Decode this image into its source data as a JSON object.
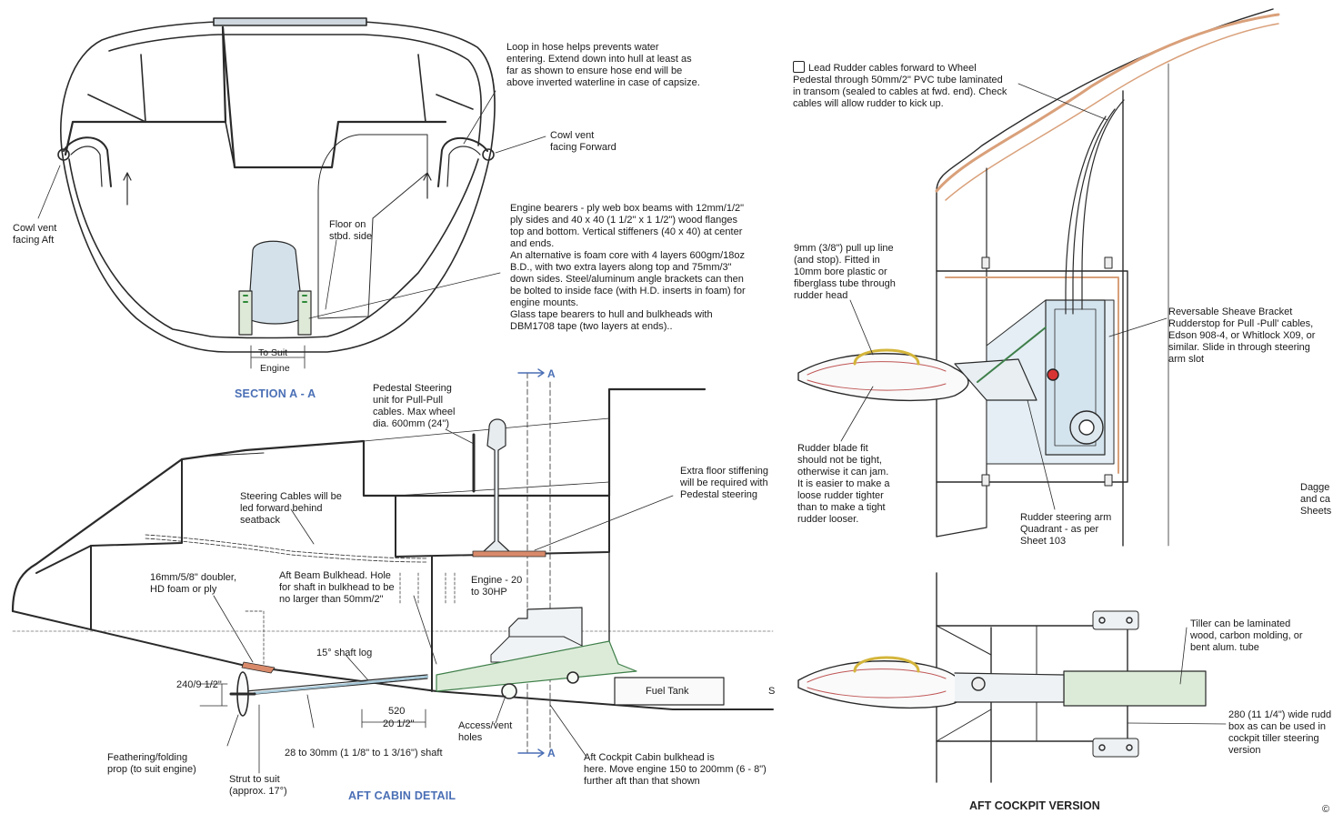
{
  "section_a": {
    "title": "SECTION A - A",
    "note_loop": "Loop in hose helps prevents water\nentering. Extend down into hull at least as\nfar as shown to ensure hose end will be\nabove inverted waterline in case of capsize.",
    "note_cowl_fwd": "Cowl vent\nfacing Forward",
    "note_cowl_aft": "Cowl vent\nfacing Aft",
    "note_floor": "Floor on\nstbd. side",
    "dim_to_suit": "To Suit",
    "dim_engine": "Engine",
    "note_bearers": "Engine bearers - ply web box beams with 12mm/1/2\"\nply sides and 40 x 40 (1 1/2\" x 1 1/2\") wood flanges\ntop and bottom. Vertical stiffeners (40 x 40) at center\nand ends.\nAn alternative is foam core with 4 layers 600gm/18oz\nB.D., with two extra layers along top and 75mm/3\"\ndown sides. Steel/aluminum angle brackets can then\nbe bolted to inside face (with H.D. inserts in foam) for\nengine mounts.\nGlass tape bearers to hull and bulkheads with\nDBM1708 tape (two layers at ends).."
  },
  "aft_cabin": {
    "title": "AFT CABIN DETAIL",
    "section_marker_top": "A",
    "section_marker_bottom": "A",
    "note_pedestal": "Pedestal Steering\nunit for Pull-Pull\ncables. Max wheel\ndia. 600mm (24\")",
    "note_extra_floor": "Extra floor stiffening\nwill be required with\nPedestal steering",
    "note_steering_cables": "Steering Cables will be\nled forward behind\nseatback",
    "note_doubler": "16mm/5/8\" doubler,\nHD foam or ply",
    "note_aft_beam": "Aft Beam Bulkhead. Hole\nfor shaft in bulkhead to be\nno larger than 50mm/2\"",
    "note_engine": "Engine - 20\nto 30HP",
    "note_shaft_log": "15° shaft log",
    "dim_240": "240/9 1/2\"",
    "dim_520": "520",
    "dim_20_half": "20 1/2\"",
    "note_fuel_tank": "Fuel Tank",
    "note_access": "Access/vent\nholes",
    "note_shaft": "28 to 30mm (1 1/8\" to 1 3/16\") shaft",
    "note_prop": "Feathering/folding\nprop (to suit engine)",
    "note_strut": "Strut to suit\n(approx. 17°)",
    "note_bulkhead": "Aft Cockpit Cabin bulkhead is\nhere. Move engine 150 to 200mm (6 - 8\")\nfurther aft than that shown",
    "note_s": "S"
  },
  "rudder": {
    "note_lead": "Lead Rudder cables forward to Wheel\nPedestal through 50mm/2\" PVC tube laminated\nin transom (sealed to cables at fwd. end). Check\ncables will allow rudder to kick up.",
    "note_pullup": "9mm (3/8\") pull up line\n(and stop). Fitted in\n10mm bore plastic or\nfiberglass tube through\nrudder head",
    "note_sheave": "Reversable Sheave Bracket\nRudderstop for Pull -Pull' cables,\nEdson 908-4, or Whitlock X09, or\nsimilar. Slide in through steering\narm slot",
    "note_blade_fit": "Rudder blade fit\nshould not be tight,\notherwise it can jam.\nIt is easier to make a\nloose rudder tighter\nthan to make a tight\nrudder looser.",
    "note_quadrant": "Rudder steering arm\nQuadrant - as per\nSheet 103",
    "note_dagger": "Dagge\nand ca\nSheets"
  },
  "aft_cockpit": {
    "title": "AFT COCKPIT VERSION",
    "note_tiller": "Tiller can be  laminated\nwood, carbon molding, or\nbent alum. tube",
    "note_280": "280 (11 1/4\") wide rudd\nbox as can be used in\ncockpit tiller steering\nversion",
    "copyright": "©"
  }
}
